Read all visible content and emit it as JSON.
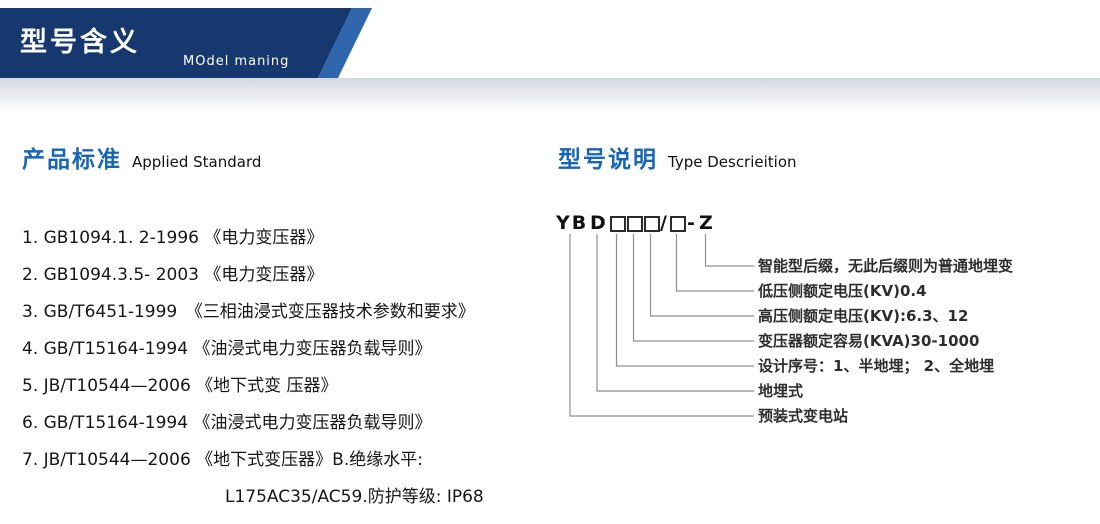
{
  "banner": {
    "title": "型号含义",
    "subtitle": "MOdel maning"
  },
  "left": {
    "heading_zh": "产品标准",
    "heading_en": "Applied Standard",
    "items": [
      "1. GB1094.1. 2-1996 《电力变压器》",
      "2. GB1094.3.5- 2003 《电力变压器》",
      "3. GB/T6451-1999　《三相油浸式变压器技术参数和要求》",
      "4. GB/T15164-1994 《油浸式电力变压器负载导则》",
      "5. JB/T10544—2006 《地下式变 压器》",
      "6. GB/T15164-1994 《油浸式电力变压器负载导则》",
      "7. JB/T10544—2006 《地下式变压器》B.绝缘水平:",
      "L175AC35/AC59.防护等级: IP68"
    ]
  },
  "right": {
    "heading_zh": "型号说明",
    "heading_en": "Type Descrieition",
    "code": {
      "prefix": "YB",
      "type": "D",
      "slash": "/",
      "dash": "-",
      "suffix": "Z"
    },
    "labels": [
      "智能型后缀，无此后缀则为普通地埋变",
      "低压侧额定电压(KV)0.4",
      "高压侧额定电压(KV):6.3、12",
      "变压器额定容易(KVA)30-1000",
      "设计序号：1、半地埋； 2、全地埋",
      "地埋式",
      "预装式变电站"
    ]
  }
}
